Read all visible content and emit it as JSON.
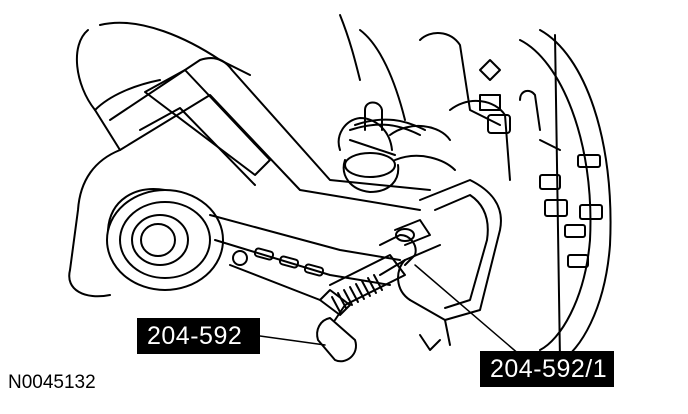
{
  "callouts": [
    {
      "label": "204-592"
    },
    {
      "label": "204-592/1"
    }
  ],
  "figure_id": "N0045132",
  "colors": {
    "line": "#000000",
    "background": "#ffffff",
    "callout_fill": "#000000",
    "callout_text": "#ffffff"
  }
}
